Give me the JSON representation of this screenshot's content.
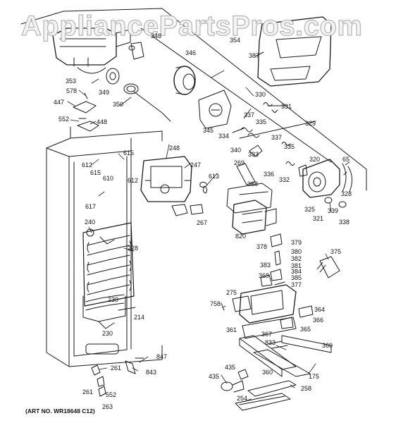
{
  "watermark": "AppliancePartsPros.com",
  "art_number": "(ART NO. WR18648 C12)",
  "part_labels": [
    {
      "id": "l348",
      "text": "348"
    },
    {
      "id": "l354",
      "text": "354"
    },
    {
      "id": "l387",
      "text": "387"
    },
    {
      "id": "l346",
      "text": "346"
    },
    {
      "id": "l353",
      "text": "353"
    },
    {
      "id": "l349",
      "text": "349"
    },
    {
      "id": "l578",
      "text": "578"
    },
    {
      "id": "l447",
      "text": "447"
    },
    {
      "id": "l350",
      "text": "350"
    },
    {
      "id": "l552a",
      "text": "552"
    },
    {
      "id": "l448",
      "text": "448"
    },
    {
      "id": "l330",
      "text": "330"
    },
    {
      "id": "l331",
      "text": "331"
    },
    {
      "id": "l345",
      "text": "345"
    },
    {
      "id": "l337a",
      "text": "337"
    },
    {
      "id": "l334",
      "text": "334"
    },
    {
      "id": "l335a",
      "text": "335"
    },
    {
      "id": "l329",
      "text": "329"
    },
    {
      "id": "l340",
      "text": "340"
    },
    {
      "id": "l333",
      "text": "333"
    },
    {
      "id": "l337b",
      "text": "337"
    },
    {
      "id": "l335b",
      "text": "335"
    },
    {
      "id": "l248",
      "text": "248"
    },
    {
      "id": "l615a",
      "text": "615"
    },
    {
      "id": "l612a",
      "text": "612"
    },
    {
      "id": "l615b",
      "text": "615"
    },
    {
      "id": "l247",
      "text": "247"
    },
    {
      "id": "l610",
      "text": "610"
    },
    {
      "id": "l612b",
      "text": "612"
    },
    {
      "id": "l613",
      "text": "613"
    },
    {
      "id": "l269",
      "text": "269"
    },
    {
      "id": "l336",
      "text": "336"
    },
    {
      "id": "l332",
      "text": "332"
    },
    {
      "id": "l320",
      "text": "320"
    },
    {
      "id": "l65",
      "text": "65"
    },
    {
      "id": "l617",
      "text": "617"
    },
    {
      "id": "l368",
      "text": "368"
    },
    {
      "id": "l328",
      "text": "328"
    },
    {
      "id": "l325",
      "text": "325"
    },
    {
      "id": "l339",
      "text": "339"
    },
    {
      "id": "l321",
      "text": "321"
    },
    {
      "id": "l338",
      "text": "338"
    },
    {
      "id": "l240",
      "text": "240"
    },
    {
      "id": "l267",
      "text": "267"
    },
    {
      "id": "l820",
      "text": "820"
    },
    {
      "id": "l379",
      "text": "379"
    },
    {
      "id": "l378",
      "text": "378"
    },
    {
      "id": "l228",
      "text": "228"
    },
    {
      "id": "l380",
      "text": "380"
    },
    {
      "id": "l382",
      "text": "382"
    },
    {
      "id": "l375",
      "text": "375"
    },
    {
      "id": "l381",
      "text": "381"
    },
    {
      "id": "l383",
      "text": "383"
    },
    {
      "id": "l384",
      "text": "384"
    },
    {
      "id": "l369",
      "text": "369"
    },
    {
      "id": "l385",
      "text": "385"
    },
    {
      "id": "l377",
      "text": "377"
    },
    {
      "id": "l275",
      "text": "275"
    },
    {
      "id": "l230a",
      "text": "230"
    },
    {
      "id": "l758",
      "text": "758"
    },
    {
      "id": "l214",
      "text": "214"
    },
    {
      "id": "l364",
      "text": "364"
    },
    {
      "id": "l366",
      "text": "366"
    },
    {
      "id": "l361",
      "text": "361"
    },
    {
      "id": "l367",
      "text": "367"
    },
    {
      "id": "l365",
      "text": "365"
    },
    {
      "id": "l230b",
      "text": "230"
    },
    {
      "id": "l833",
      "text": "833"
    },
    {
      "id": "l360a",
      "text": "360"
    },
    {
      "id": "l847",
      "text": "847"
    },
    {
      "id": "l261a",
      "text": "261"
    },
    {
      "id": "l843",
      "text": "843"
    },
    {
      "id": "l435a",
      "text": "435"
    },
    {
      "id": "l360b",
      "text": "360"
    },
    {
      "id": "l175",
      "text": "175"
    },
    {
      "id": "l435b",
      "text": "435"
    },
    {
      "id": "l261b",
      "text": "261"
    },
    {
      "id": "l552b",
      "text": "552"
    },
    {
      "id": "l258",
      "text": "258"
    },
    {
      "id": "l263",
      "text": "263"
    },
    {
      "id": "l254",
      "text": "254"
    }
  ]
}
